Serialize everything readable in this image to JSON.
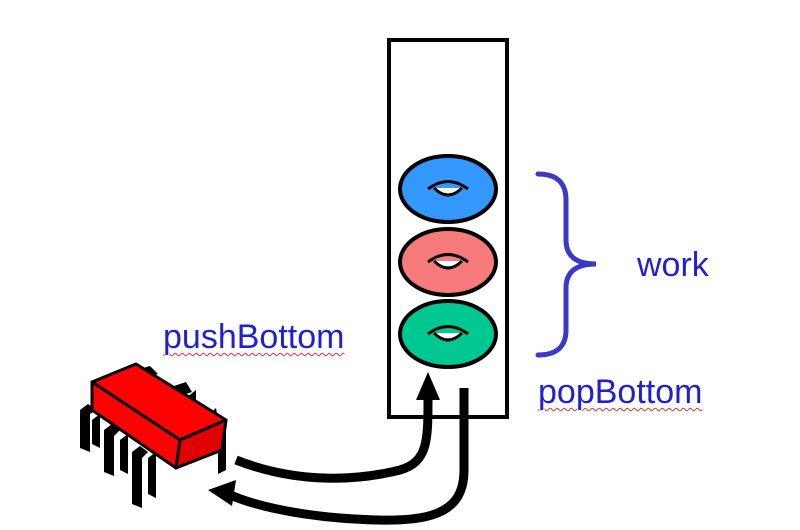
{
  "labels": {
    "work": "work",
    "push": "pushBottom",
    "pop": "popBottom"
  },
  "colors": {
    "label_text": "#1f1fd6",
    "brace": "#3a3ac4",
    "outline": "#000000",
    "task_top": "#3399ff",
    "task_middle": "#f77b7b",
    "task_bottom": "#00c893",
    "cpu_body": "#ff0000",
    "spellcheck_underline": "#dd3333"
  },
  "icons": {
    "tasks": "donut-icon",
    "processor": "processor-chip-icon"
  }
}
